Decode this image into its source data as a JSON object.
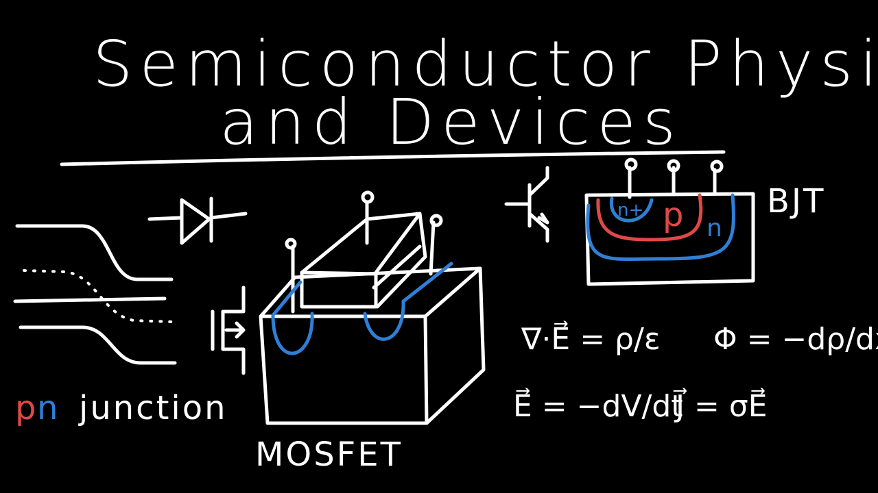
{
  "title": {
    "line1": "Semiconductor Physics",
    "line2": "and Devices"
  },
  "labels": {
    "pn_p": "p",
    "pn_n": "n",
    "pn_rest": "junction",
    "mosfet": "MOSFET",
    "bjt": "BJT",
    "bjt_nplus": "n+",
    "bjt_p": "p",
    "bjt_n": "n"
  },
  "equations": {
    "gauss": "∇·E⃗ = ρ/ε",
    "flux": "Φ = −dρ/dx",
    "field": "E⃗ = −dV/dt",
    "current": "J⃗ = σE⃗"
  },
  "colors": {
    "background": "#000000",
    "chalk": "#ffffff",
    "blue": "#2f7fd6",
    "red": "#e04848"
  }
}
